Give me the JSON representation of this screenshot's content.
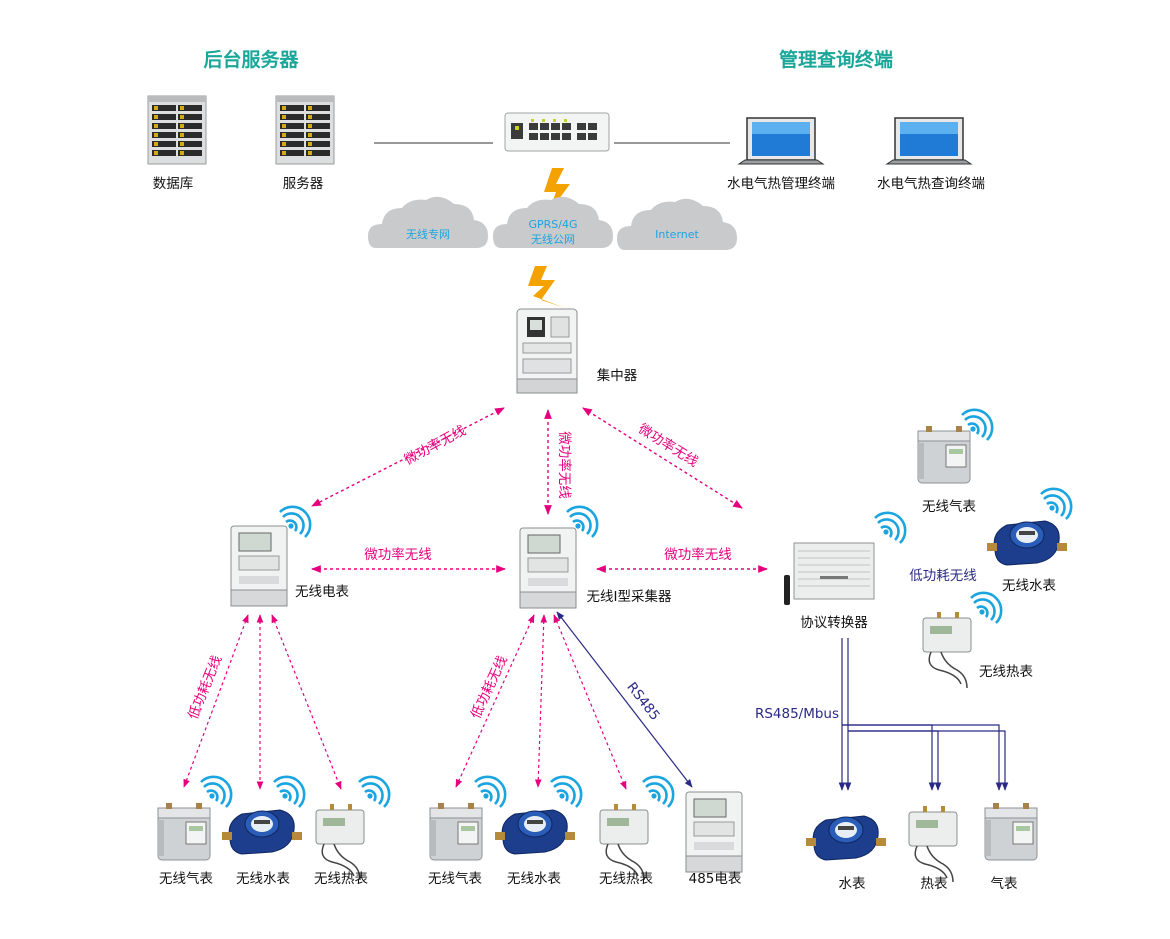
{
  "titles": {
    "backend": "后台服务器",
    "terminals": "管理查询终端"
  },
  "nodes": {
    "database": "数据库",
    "server": "服务器",
    "mgmt_terminal": "水电气热管理终端",
    "query_terminal": "水电气热查询终端",
    "concentrator": "集中器",
    "wireless_meter": "无线电表",
    "collector": "无线I型采集器",
    "converter": "协议转换器",
    "gas_r": "无线气表",
    "water_r": "无线水表",
    "heat_r": "无线热表",
    "gas_1": "无线气表",
    "water_1": "无线水表",
    "heat_1": "无线热表",
    "gas_2": "无线气表",
    "water_2": "无线水表",
    "heat_2": "无线热表",
    "meter485": "485电表",
    "water_3": "水表",
    "heat_3": "热表",
    "gas_3": "气表"
  },
  "clouds": {
    "private": "无线专网",
    "public_1": "GPRS/4G",
    "public_2": "无线公网",
    "internet": "Internet"
  },
  "links": {
    "mp_left": "微功率无线",
    "mp_mid": "微功率无线",
    "mp_right": "微功率无线",
    "mp_h_left": "微功率无线",
    "mp_h_right": "微功率无线",
    "lp_left": "低功耗无线",
    "lp_mid": "低功耗无线",
    "lp_right": "低功耗无线",
    "rs485": "RS485",
    "rs485_mbus": "RS485/Mbus"
  },
  "colors": {
    "title": "#1aa79a",
    "pink": "#e6007e",
    "navy": "#2a2a86",
    "wifi": "#1aa4e0",
    "cloud": "#c9cacb",
    "cloud_text": "#1aa4e0",
    "bolt": "#f4a200"
  }
}
